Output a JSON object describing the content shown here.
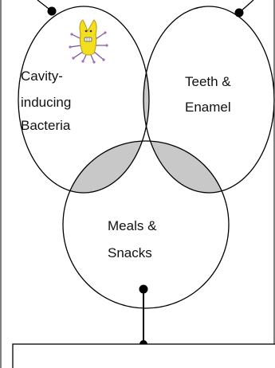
{
  "circles": {
    "top_left": {
      "label_lines": [
        "Cavity-",
        "inducing",
        "Bacteria"
      ]
    },
    "top_right": {
      "label_lines": [
        "Teeth &",
        "Enamel"
      ]
    },
    "bottom": {
      "label_lines": [
        "Meals &",
        "Snacks"
      ]
    }
  },
  "icons": {
    "bacteria": "bacteria-icon"
  },
  "colors": {
    "overlap_fill": "#b3b3b3",
    "line": "#000000"
  }
}
